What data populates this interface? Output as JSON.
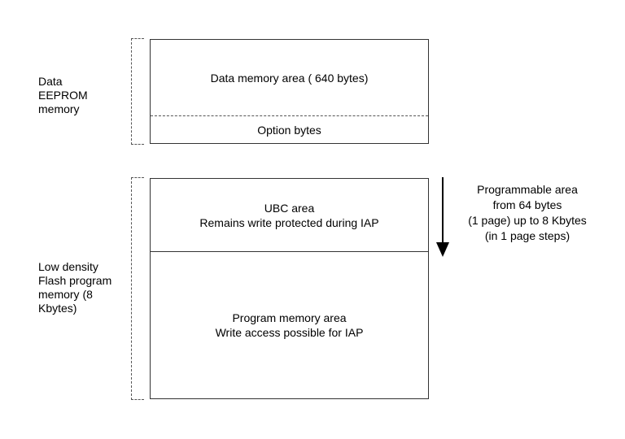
{
  "eeprom": {
    "label": "Data\nEEPROM\nmemory",
    "data_area": "Data memory area ( 640 bytes)",
    "option_bytes": "Option bytes"
  },
  "flash": {
    "label": "Low density\nFlash program\nmemory (8\nKbytes)",
    "ubc_area": "UBC area\nRemains write protected during IAP",
    "program_area": "Program memory area\nWrite access possible for IAP"
  },
  "annotation": {
    "text": "Programmable area\nfrom 64 bytes\n(1 page) up to 8 Kbytes\n(in 1 page steps)"
  },
  "icons": {
    "arrow": "arrow-down-icon"
  }
}
